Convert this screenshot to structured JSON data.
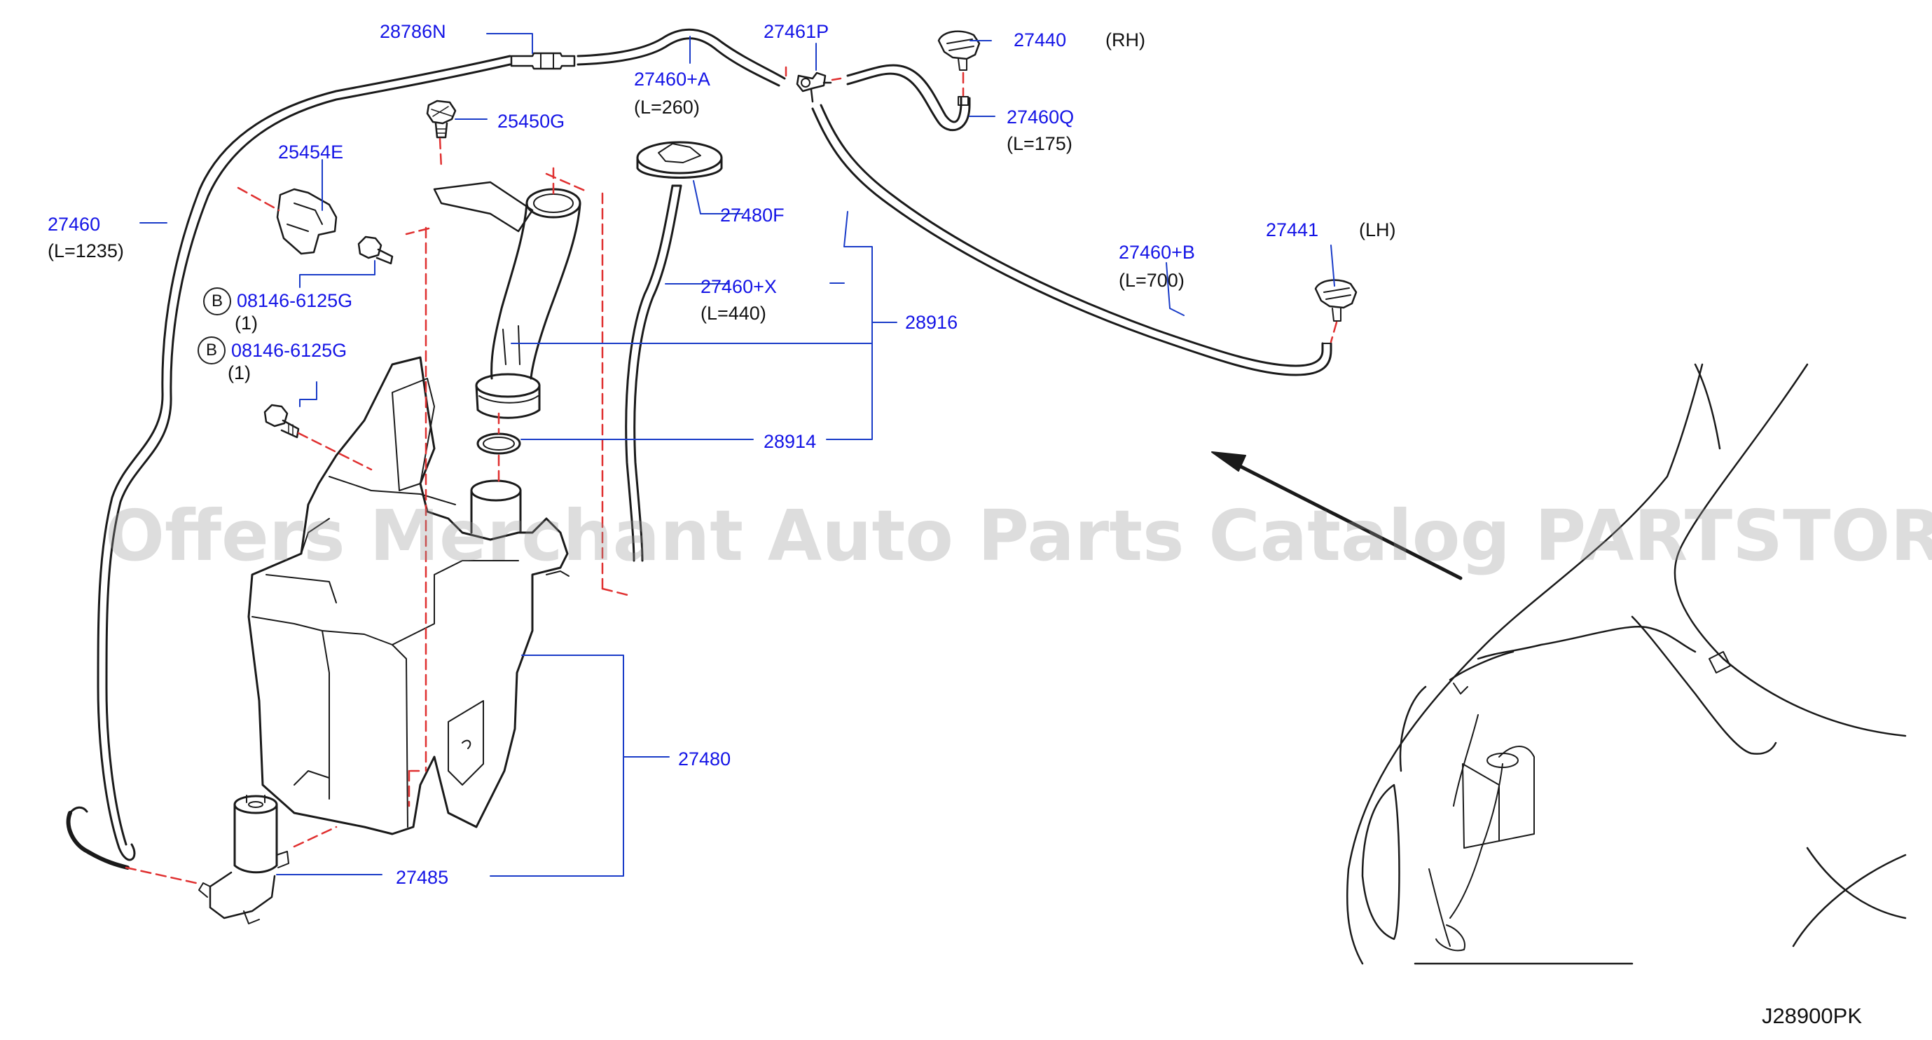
{
  "parts": {
    "p28786N": {
      "number": "28786N"
    },
    "p27461P": {
      "number": "27461P"
    },
    "p27440": {
      "number": "27440",
      "note": "(RH)"
    },
    "p27460A": {
      "number": "27460+A",
      "length": "(L=260)"
    },
    "p25450G": {
      "number": "25450G"
    },
    "p27460Q": {
      "number": "27460Q",
      "length": "(L=175)"
    },
    "p25454E": {
      "number": "25454E"
    },
    "p27460": {
      "number": "27460",
      "length": "(L=1235)"
    },
    "p27480F": {
      "number": "27480F"
    },
    "p27441": {
      "number": "27441",
      "note": "(LH)"
    },
    "p27460B": {
      "number": "27460+B",
      "length": "(L=700)"
    },
    "p08146a": {
      "badge": "B",
      "number": "08146-6125G",
      "qty": "(1)"
    },
    "p08146b": {
      "badge": "B",
      "number": "08146-6125G",
      "qty": "(1)"
    },
    "p27460X": {
      "number": "27460+X",
      "length": "(L=440)"
    },
    "p28916": {
      "number": "28916"
    },
    "p28914": {
      "number": "28914"
    },
    "p27480": {
      "number": "27480"
    },
    "p27485": {
      "number": "27485"
    }
  },
  "watermark": "Offers Merchant Auto Parts Catalog PARTSTORE.SA",
  "diagram_code": "J28900PK",
  "colors": {
    "label": "#1414e6",
    "line": "#1a1a1a",
    "dashed": "#e03030",
    "leader": "#1a3cc8"
  }
}
